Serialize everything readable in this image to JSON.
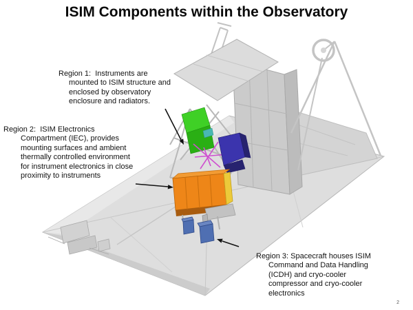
{
  "slide": {
    "title": "ISIM Components within the Observatory",
    "page_number": "2"
  },
  "annotations": {
    "region1": {
      "text": "Region 1:  Instruments are\nmounted to ISIM structure and\nenclosed by observatory\nenclosure and radiators."
    },
    "region2": {
      "text": "Region 2:  ISIM Electronics\nCompartment (IEC), provides\nmounting surfaces and ambient\nthermally controlled environment\nfor instrument electronics in close\nproximity to instruments"
    },
    "region3": {
      "text": "Region 3: Spacecraft houses ISIM\nCommand and Data Handling\n(ICDH) and cryo-cooler\ncompressor and cryo-cooler\nelectronics"
    }
  },
  "diagram": {
    "colors": {
      "structure_gray": "#dedede",
      "instruments_green": "#3fd026",
      "instruments_green_dark": "#2aaf14",
      "wireframe_magenta": "#cf4fd0",
      "wireframe_teal": "#49b8b2",
      "isim_purple": "#3b34ad",
      "isim_purple_dark": "#27236f",
      "iec_orange": "#ee8618",
      "iec_orange_top": "#f29b33",
      "iec_orange_dark": "#a85c10",
      "iec_yellow": "#ecca3a",
      "spacecraft_blue": "#4f6fb2",
      "spacecraft_blue_light": "#6a86c2",
      "arrow_black": "#111111"
    }
  }
}
